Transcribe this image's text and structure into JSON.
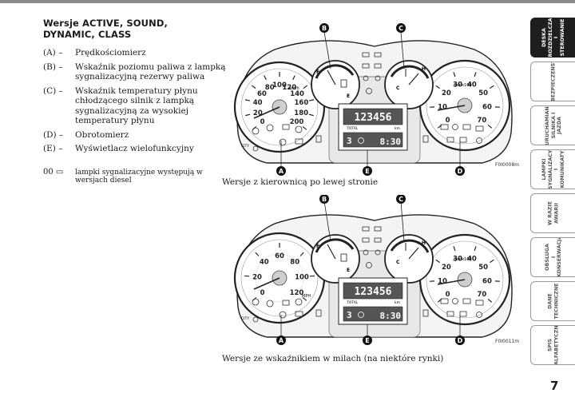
{
  "section": {
    "title_line1": "Wersje ACTIVE, SOUND,",
    "title_line2": "DYNAMIC, CLASS"
  },
  "legend": [
    {
      "key": "(A) –",
      "text": "Prędkościomierz"
    },
    {
      "key": "(B) –",
      "text": "Wskaźnik poziomu paliwa z lampką sygnalizacyjną rezerwy paliwa"
    },
    {
      "key": "(C) –",
      "text": "Wskaźnik temperatury płynu chłodzącego silnik z lampką sygnalizacyjną za wysokiej temperatury płynu"
    },
    {
      "key": "(D) –",
      "text": "Obrotomierz"
    },
    {
      "key": "(E) –",
      "text": "Wyświetlacz wielofunkcyjny"
    }
  ],
  "note": {
    "icons": "00 ▭",
    "text": "lampki sygnalizacyjne występują w wersjach diesel"
  },
  "diagrams": [
    {
      "caption": "Wersje z kierownicą po lewej stronie",
      "code": "F0I0008m",
      "odometer": "123456",
      "total_label": "TOTAL",
      "unit_label": "km",
      "gear": "3",
      "clock": "8:30",
      "speed_unit": "km/h",
      "speed_ticks": [
        "0",
        "20",
        "40",
        "60",
        "80",
        "100",
        "120",
        "140",
        "160",
        "180",
        "200"
      ],
      "rpm_label": "rpmx100",
      "rpm_ticks": [
        "0",
        "10",
        "20",
        "30",
        "40",
        "50",
        "60",
        "70"
      ],
      "city_label": "CITY",
      "fuel_labels": [
        "F",
        "E"
      ],
      "temp_labels": [
        "C",
        "H"
      ]
    },
    {
      "caption": "Wersje ze wskaźnikiem w milach (na niektóre rynki)",
      "code": "F0I0011m",
      "odometer": "123456",
      "total_label": "TOTAL",
      "unit_label": "km",
      "gear": "3",
      "clock": "8:30",
      "speed_unit": "MPH",
      "speed_ticks": [
        "0",
        "20",
        "40",
        "60",
        "80",
        "100",
        "120"
      ],
      "rpm_label": "rpmx100",
      "rpm_ticks": [
        "0",
        "10",
        "20",
        "30",
        "40",
        "50",
        "60",
        "70"
      ],
      "city_label": "CITY",
      "fuel_labels": [
        "F",
        "E"
      ],
      "temp_labels": [
        "C",
        "H"
      ]
    }
  ],
  "markers": [
    "A",
    "B",
    "C",
    "D",
    "E"
  ],
  "side_tabs": [
    {
      "label": "DESKA\nROZDZIELCZA\nI STEROWANIE",
      "active": true
    },
    {
      "label": "BEZPIECZEŃSTWO",
      "active": false
    },
    {
      "label": "URUCHAMIANIE\nSILNIKA I JAZDA",
      "active": false
    },
    {
      "label": "LAMPKI\nSYGNALIZACYJNE\nI KOMUNIKATY",
      "active": false
    },
    {
      "label": "W RAZIE\nAWARII",
      "active": false
    },
    {
      "label": "OBSŁUGA\nI KONSERWACJA",
      "active": false
    },
    {
      "label": "DANE\nTECHNICZNE",
      "active": false
    },
    {
      "label": "SPIS\nALFABETYCZNY",
      "active": false
    }
  ],
  "page_number": "7"
}
